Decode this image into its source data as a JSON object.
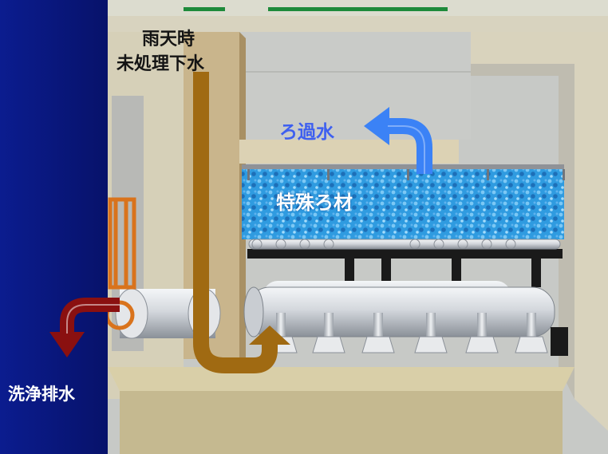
{
  "labels": {
    "rainwater_line1": "雨天時",
    "rainwater_line2": "未処理下水",
    "filtered_water": "ろ過水",
    "filter_media": "特殊ろ材",
    "wash_drain": "洗浄排水"
  },
  "colors": {
    "sidebar": "#0a1a82",
    "concrete": "#d6d0b8",
    "concrete_dark": "#c2bba0",
    "filter_media": "#2f9be0",
    "pipe": "#d9dde2",
    "inflow_arrow": "#a06a12",
    "filtered_arrow": "#3b82f6",
    "drain_arrow": "#8a1010",
    "filtered_text": "#3d5ff0"
  },
  "icons": {
    "inflow": "u-turn-arrow-icon",
    "filtered": "curved-arrow-icon",
    "drain": "curved-down-arrow-icon"
  }
}
